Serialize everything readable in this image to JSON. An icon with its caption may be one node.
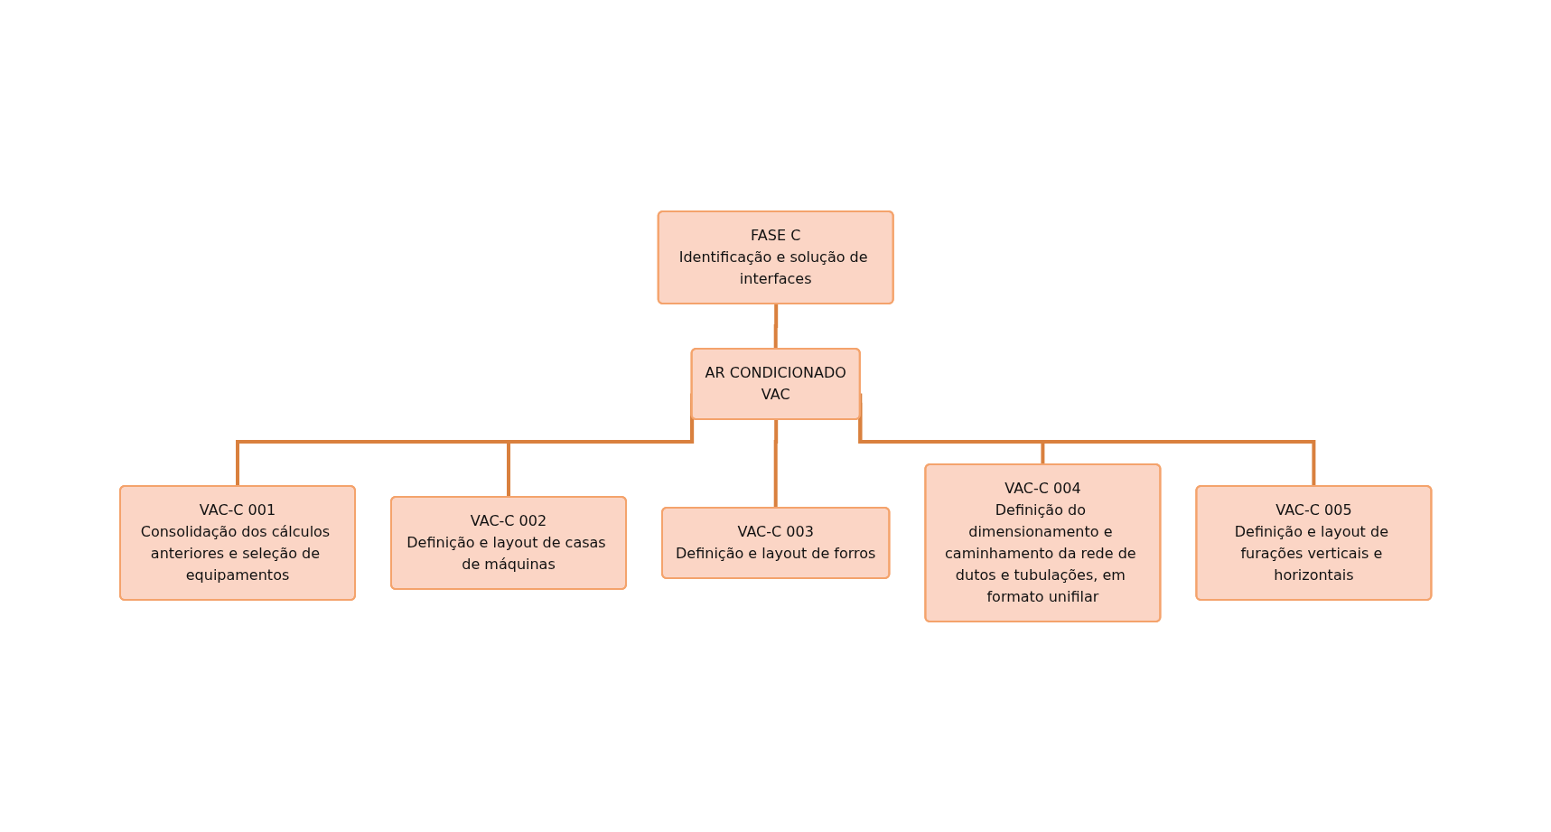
{
  "diagram": {
    "nodes": [
      {
        "text": [
          "FASE C",
          "Identificação e solução de interfaces"
        ]
      },
      {
        "text": [
          "AR CONDICIONADO",
          "VAC"
        ]
      },
      {
        "text": [
          "VAC-C 001",
          "Consolidação dos cálculos anteriores e seleção de equipamentos"
        ]
      },
      {
        "text": [
          "VAC-C 002",
          "Definição e layout de casas de máquinas"
        ]
      },
      {
        "text": [
          "VAC-C 003",
          "Definição e layout de forros"
        ]
      },
      {
        "text": [
          "VAC-C 004",
          "Definição do dimensionamento e caminhamento da rede de dutos e tubulações, em formato unifilar"
        ]
      },
      {
        "text": [
          "VAC-C 005",
          "Definição e layout de furações verticais e horizontais"
        ]
      }
    ],
    "edges": [
      {
        "from": 0,
        "to": 1,
        "arrow": "none"
      },
      {
        "from": 1,
        "to": 2,
        "arrow": "none"
      },
      {
        "from": 1,
        "to": 3,
        "arrow": "none"
      },
      {
        "from": 1,
        "to": 4,
        "arrow": "none"
      },
      {
        "from": 1,
        "to": 5,
        "arrow": "none"
      },
      {
        "from": 1,
        "to": 6,
        "arrow": "none"
      }
    ]
  }
}
